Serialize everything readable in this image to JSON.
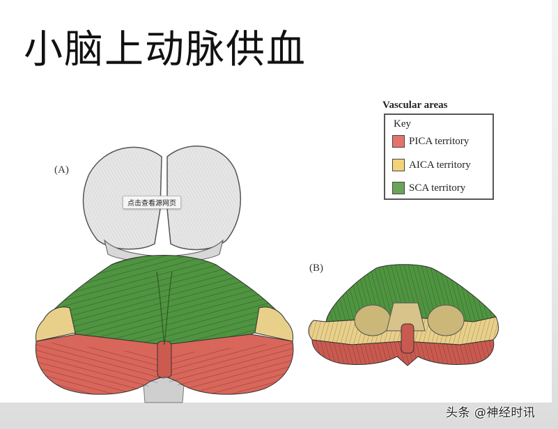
{
  "slide": {
    "title": "小脑上动脉供血"
  },
  "figures": {
    "a_label": "(A)",
    "b_label": "(B)",
    "overlay_button": "点击查看源网页"
  },
  "legend": {
    "title": "Vascular areas",
    "key_label": "Key",
    "items": [
      {
        "label": "PICA territory",
        "color": "#e4736c"
      },
      {
        "label": "AICA territory",
        "color": "#f2d27a"
      },
      {
        "label": "SCA territory",
        "color": "#6aa55a"
      }
    ]
  },
  "colors": {
    "pica": "#d9665a",
    "aica": "#e9d08a",
    "sca": "#4f9440",
    "cerebrum": "#e6e6e6",
    "brainstem": "#cfcfcf"
  },
  "watermark": "头条 @神经时讯"
}
